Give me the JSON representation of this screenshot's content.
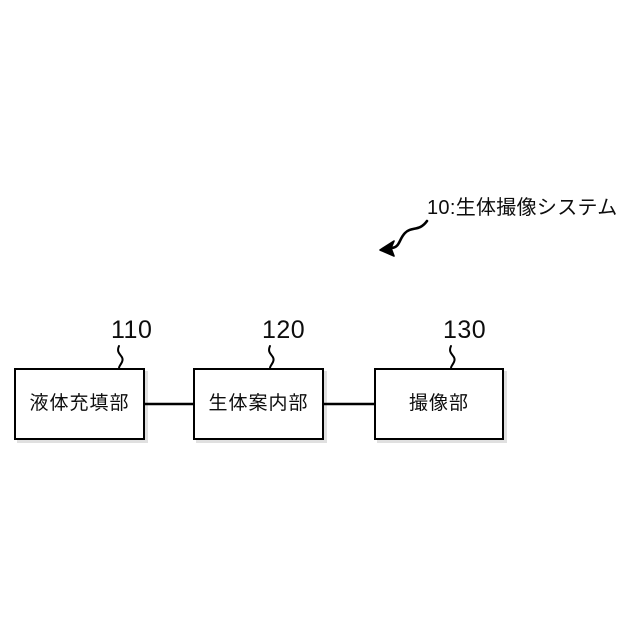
{
  "figure": {
    "background_color": "#ffffff",
    "line_color": "#000000",
    "system_callout": {
      "text": "10:生体撮像システム",
      "arrow_icon_name": "curved-arrow-icon"
    },
    "blocks": [
      {
        "ref": "110",
        "label": "液体充填部"
      },
      {
        "ref": "120",
        "label": "生体案内部"
      },
      {
        "ref": "130",
        "label": "撮像部"
      }
    ],
    "connectors": [
      {
        "from": "110",
        "to": "120"
      },
      {
        "from": "120",
        "to": "130"
      }
    ]
  }
}
